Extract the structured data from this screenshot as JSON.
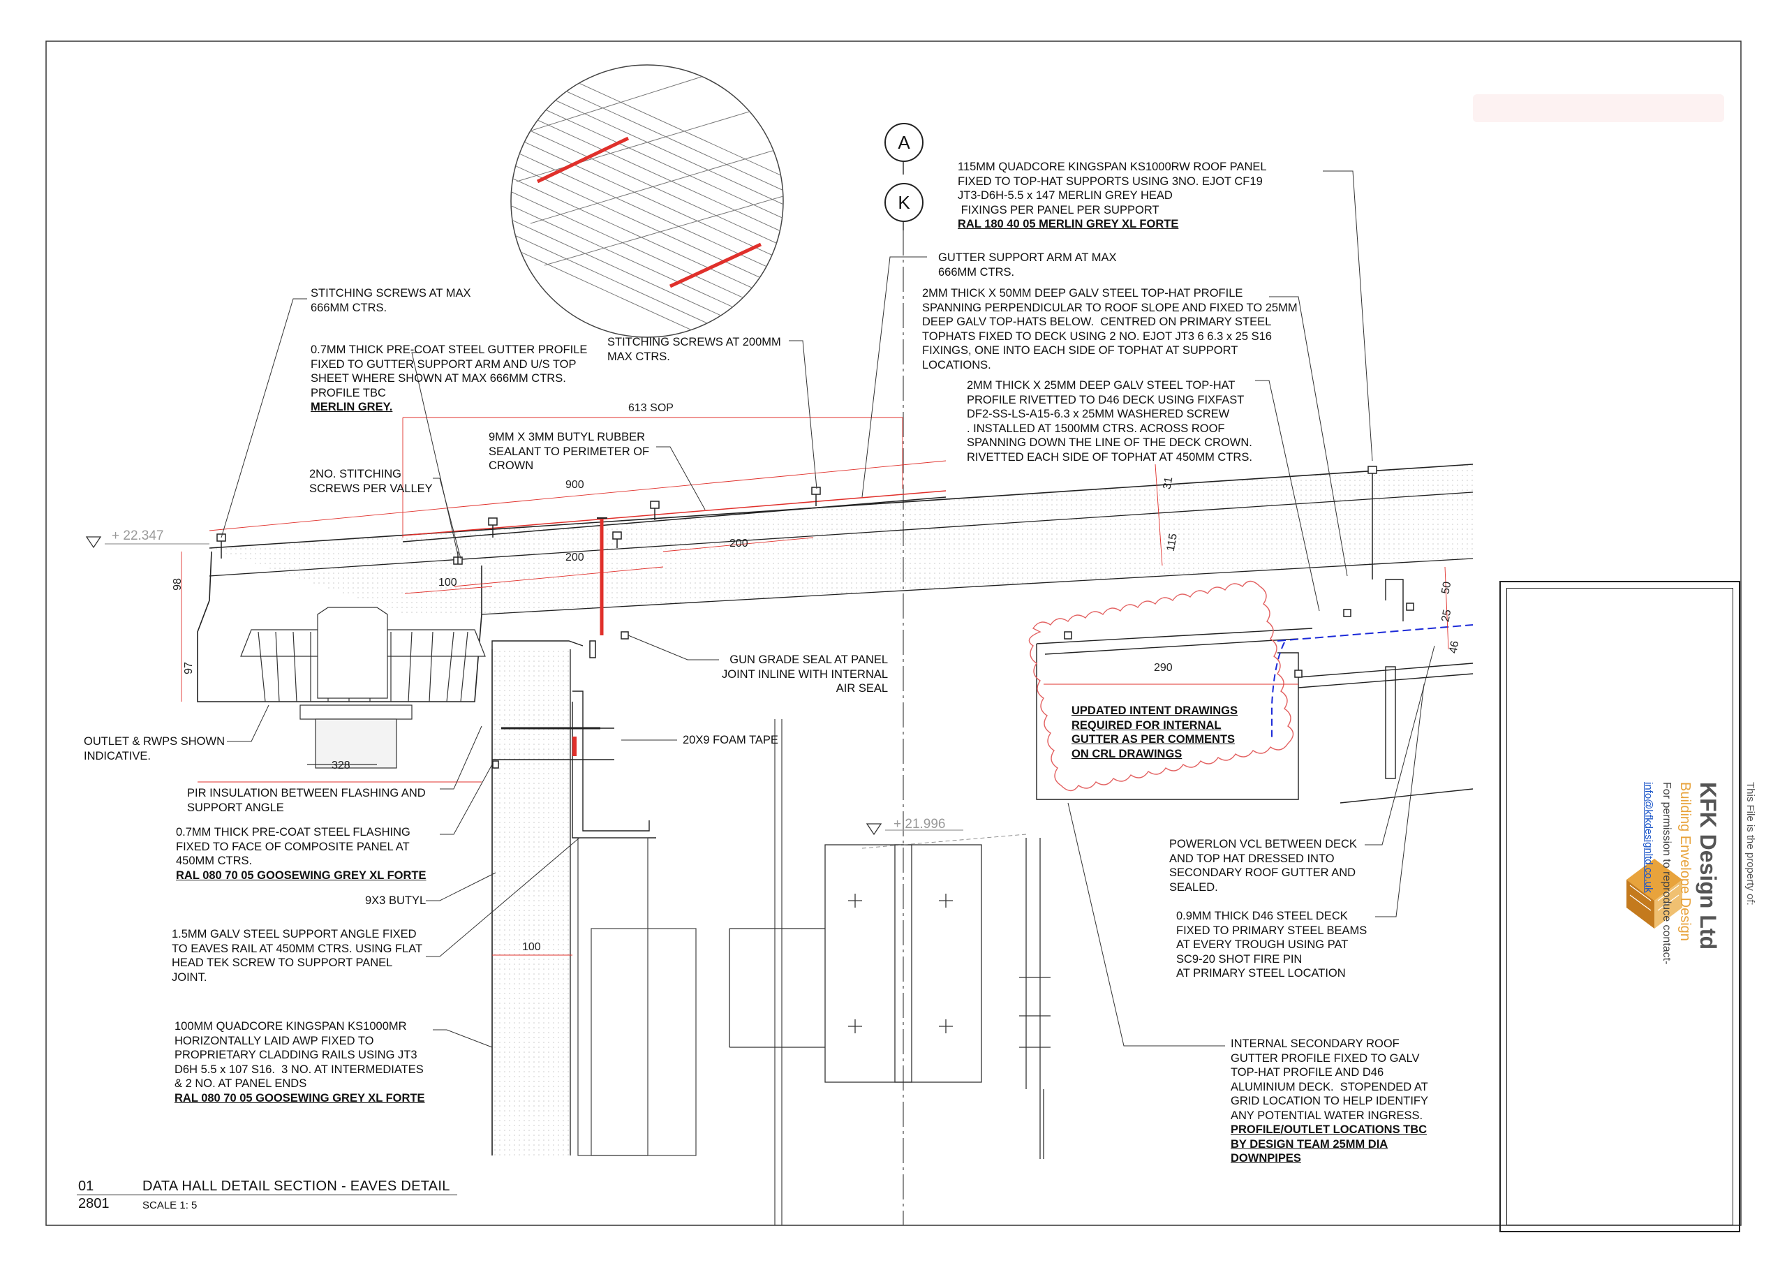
{
  "colors": {
    "line": "#1a1a1a",
    "red": "#e0302b",
    "blue": "#1d2bd8",
    "hatch": "#c9c9c9",
    "orange": "#e8a33c",
    "cloud": "#e36363"
  },
  "gridlines": {
    "a": "A",
    "k": "K"
  },
  "levels": {
    "upper": "+ 22.347",
    "lower": "+ 21.996"
  },
  "dimensions": {
    "sop": "613 SOP",
    "d900": "900",
    "d200a": "200",
    "d200b": "200",
    "d100": "100",
    "d98": "98",
    "d97": "97",
    "d328": "328",
    "d31": "31",
    "d115": "115",
    "d50": "50",
    "d25": "25",
    "d46": "46",
    "d290": "290",
    "d100b": "100"
  },
  "notes": {
    "stitch666": [
      "STITCHING SCREWS AT MAX",
      "666MM CTRS."
    ],
    "gutter": [
      "0.7MM THICK PRE-COAT STEEL GUTTER PROFILE",
      "FIXED TO GUTTER SUPPORT ARM AND U/S TOP",
      "SHEET WHERE SHOWN AT MAX 666MM CTRS.",
      "PROFILE TBC"
    ],
    "gutter_bold": "MERLIN GREY.",
    "stitch200": [
      "STITCHING SCREWS AT 200MM",
      "MAX CTRS."
    ],
    "butyl": [
      "9MM X 3MM BUTYL RUBBER",
      "SEALANT TO PERIMETER OF",
      "CROWN"
    ],
    "stitch2": [
      "2NO. STITCHING",
      "SCREWS PER VALLEY"
    ],
    "roofpanel": [
      "115MM QUADCORE KINGSPAN KS1000RW ROOF PANEL",
      "FIXED TO TOP-HAT SUPPORTS USING 3NO. EJOT CF19",
      "JT3-D6H-5.5 x 147 MERLIN GREY HEAD",
      " FIXINGS PER PANEL PER SUPPORT"
    ],
    "roofpanel_bold": "RAL 180 40 05 MERLIN GREY XL FORTE",
    "arm": [
      "GUTTER SUPPORT ARM AT MAX",
      "666MM CTRS."
    ],
    "tophat50": [
      "2MM THICK X 50MM DEEP GALV STEEL TOP-HAT PROFILE",
      "SPANNING PERPENDICULAR TO ROOF SLOPE AND FIXED TO 25MM",
      "DEEP GALV TOP-HATS BELOW.  CENTRED ON PRIMARY STEEL",
      "TOPHATS FIXED TO DECK USING 2 NO. EJOT JT3 6 6.3 x 25 S16",
      "FIXINGS, ONE INTO EACH SIDE OF TOPHAT AT SUPPORT",
      "LOCATIONS."
    ],
    "tophat25": [
      "2MM THICK X 25MM DEEP GALV STEEL TOP-HAT",
      "PROFILE RIVETTED TO D46 DECK USING FIXFAST",
      "DF2-SS-LS-A15-6.3 x 25MM WASHERED SCREW",
      ". INSTALLED AT 1500MM CTRS. ACROSS ROOF",
      "SPANNING DOWN THE LINE OF THE DECK CROWN.",
      "RIVETTED EACH SIDE OF TOPHAT AT 450MM CTRS."
    ],
    "seal": [
      "GUN GRADE SEAL AT PANEL",
      "JOINT INLINE WITH INTERNAL",
      "AIR SEAL"
    ],
    "foam": "20X9 FOAM TAPE",
    "outlet": [
      "OUTLET & RWPS SHOWN",
      "INDICATIVE."
    ],
    "pir": [
      "PIR INSULATION BETWEEN FLASHING AND",
      "SUPPORT ANGLE"
    ],
    "flashing": [
      "0.7MM THICK PRE-COAT STEEL FLASHING",
      "FIXED TO FACE OF COMPOSITE PANEL AT",
      "450MM CTRS."
    ],
    "flashing_bold": "RAL 080 70 05 GOOSEWING GREY XL FORTE",
    "butyl9": "9X3 BUTYL",
    "angle": [
      "1.5MM GALV STEEL SUPPORT ANGLE FIXED",
      "TO EAVES RAIL AT 450MM CTRS. USING FLAT",
      "HEAD TEK SCREW TO SUPPORT PANEL",
      "JOINT."
    ],
    "wallpanel": [
      "100MM QUADCORE KINGSPAN KS1000MR",
      "HORIZONTALLY LAID AWP FIXED TO",
      "PROPRIETARY CLADDING RAILS USING JT3",
      "D6H 5.5 x 107 S16.  3 NO. AT INTERMEDIATES",
      "& 2 NO. AT PANEL ENDS"
    ],
    "wallpanel_bold": "RAL 080 70 05 GOOSEWING GREY XL FORTE",
    "cloud": [
      "UPDATED INTENT DRAWINGS",
      "REQUIRED FOR INTERNAL",
      "GUTTER AS PER COMMENTS",
      "ON CRL DRAWINGS"
    ],
    "vcl": [
      "POWERLON VCL BETWEEN DECK",
      "AND TOP HAT DRESSED INTO",
      "SECONDARY ROOF GUTTER AND",
      "SEALED."
    ],
    "deck": [
      "0.9MM THICK D46 STEEL DECK",
      "FIXED TO PRIMARY STEEL BEAMS",
      "AT EVERY TROUGH USING PAT",
      "SC9-20 SHOT FIRE PIN",
      "AT PRIMARY STEEL LOCATION"
    ],
    "secgutter": [
      "INTERNAL SECONDARY ROOF",
      "GUTTER PROFILE FIXED TO GALV",
      "TOP-HAT PROFILE AND D46",
      "ALUMINIUM DECK.  STOPENDED AT",
      "GRID LOCATION TO HELP IDENTIFY",
      "ANY POTENTIAL WATER INGRESS."
    ],
    "secgutter_bold": [
      "PROFILE/OUTLET LOCATIONS TBC",
      "BY DESIGN TEAM 25MM DIA",
      "DOWNPIPES"
    ]
  },
  "title": {
    "number": "01",
    "drawing": "2801",
    "text": "DATA HALL DETAIL SECTION - EAVES DETAIL",
    "scale": "SCALE 1: 5"
  },
  "titleblock": {
    "property": "This File is the property of:",
    "company": "KFK Design Ltd",
    "tagline": "Building Envelope Design",
    "permission": "For permission to reproduce contact-",
    "email": "info@kfkdesignltd.co.uk"
  }
}
